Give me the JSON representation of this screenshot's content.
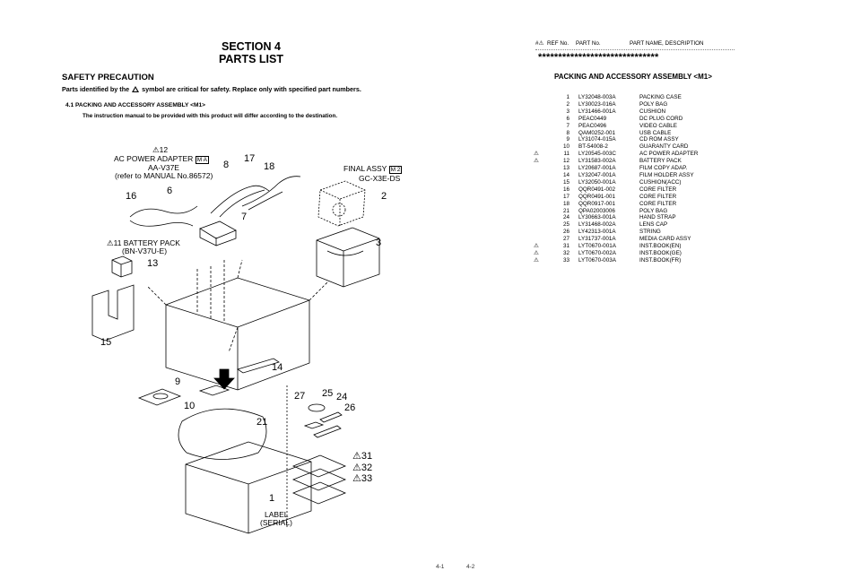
{
  "left_page": {
    "section": "SECTION  4",
    "title": "PARTS  LIST",
    "safety_heading": "SAFETY PRECAUTION",
    "safety_text_pre": "Parts identified by the",
    "safety_text_post": "symbol are critical for safety. Replace only with specified part numbers.",
    "sub_heading": "4.1    PACKING AND ACCESSORY ASSEMBLY  <M1>",
    "sub_text": "The instruction manual to be provided with this product will differ according to the destination.",
    "labels": {
      "l12": "⚠12",
      "ac_adapter": "AC POWER ADAPTER",
      "ac_model": "AA-V37E",
      "ac_ref": "(refer to MANUAL No.86572)",
      "battery": "⚠11 BATTERY PACK",
      "battery_model": "(BN-V37U-E)",
      "final_assy": "FINAL ASSY",
      "final_model": "GC-X3E-DS",
      "label_serial_1": "LABEL",
      "label_serial_2": "(SERIAL)",
      "ma_mark": "M A",
      "m2_mark": "M 2"
    },
    "numbers": {
      "n17": "17",
      "n8": "8",
      "n18": "18",
      "n6": "6",
      "n16": "16",
      "n7": "7",
      "n2": "2",
      "n3": "3",
      "n13": "13",
      "n15": "15",
      "n14": "14",
      "n9": "9",
      "n10": "10",
      "n21": "21",
      "n27": "27",
      "n25": "25",
      "n24": "24",
      "n26": "26",
      "n31": "⚠31",
      "n32": "⚠32",
      "n33": "⚠33",
      "n1": "1"
    },
    "page_number": "4-1"
  },
  "right_page": {
    "header": {
      "mark": "#⚠",
      "ref": "REF No.",
      "part": "PART No.",
      "desc": "PART NAME, DESCRIPTION"
    },
    "stars": "******************************",
    "list_title": "PACKING AND ACCESSORY ASSEMBLY <M1>",
    "page_number": "4-2",
    "parts": [
      {
        "mark": "",
        "ref": "1",
        "part": "LY32048-003A",
        "desc": "PACKING CASE"
      },
      {
        "mark": "",
        "ref": "2",
        "part": "LY30023-016A",
        "desc": "POLY BAG"
      },
      {
        "mark": "",
        "ref": "3",
        "part": "LY31466-001A",
        "desc": "CUSHION"
      },
      {
        "mark": "",
        "ref": "6",
        "part": " PEAC0449",
        "desc": "DC PLUG CORD"
      },
      {
        "mark": "",
        "ref": "7",
        "part": "PEAC0496",
        "desc": "VIDEO CABLE"
      },
      {
        "mark": "",
        "ref": "8",
        "part": "QAM0252-001",
        "desc": "USB CABLE"
      },
      {
        "mark": "",
        "ref": "9",
        "part": "LY31074-015A",
        "desc": "CD ROM ASSY"
      },
      {
        "mark": "",
        "ref": "10",
        "part": "BT-54008-2",
        "desc": "GUARANTY CARD"
      },
      {
        "mark": "⚠",
        "ref": "11",
        "part": "LY20545-003C",
        "desc": "AC POWER ADAPTER"
      },
      {
        "mark": "⚠",
        "ref": "12",
        "part": "LY31583-002A",
        "desc": "BATTERY PACK"
      },
      {
        "mark": "",
        "ref": "13",
        "part": "LY20687-001A",
        "desc": "FILM COPY ADAP."
      },
      {
        "mark": "",
        "ref": "14",
        "part": "LY32047-001A",
        "desc": "FILM HOLDER ASSY"
      },
      {
        "mark": "",
        "ref": "15",
        "part": "LY32050-001A",
        "desc": "CUSHION(ACC)"
      },
      {
        "mark": "",
        "ref": "16",
        "part": "QQR0491-002",
        "desc": "CORE FILTER"
      },
      {
        "mark": "",
        "ref": "17",
        "part": "QQR0491-001",
        "desc": "CORE FILTER"
      },
      {
        "mark": "",
        "ref": "18",
        "part": "QQR0917-001",
        "desc": "CORE FILTER"
      },
      {
        "mark": "",
        "ref": "21",
        "part": "QPA02003006",
        "desc": "POLY BAG"
      },
      {
        "mark": "",
        "ref": "24",
        "part": "LY30663-001A",
        "desc": "HAND STRAP"
      },
      {
        "mark": "",
        "ref": "25",
        "part": "LY31468-002A",
        "desc": "LENS CAP"
      },
      {
        "mark": "",
        "ref": "26",
        "part": "LY42313-001A",
        "desc": "STRING"
      },
      {
        "mark": "",
        "ref": "27",
        "part": "LY31737-001A",
        "desc": "MEDIA CARD ASSY"
      },
      {
        "mark": "⚠",
        "ref": "31",
        "part": "LYT0670-001A",
        "desc": "INST.BOOK(EN)"
      },
      {
        "mark": "⚠",
        "ref": "32",
        "part": "LYT0670-002A",
        "desc": "INST.BOOK(GE)"
      },
      {
        "mark": "⚠",
        "ref": "33",
        "part": "LYT0670-003A",
        "desc": "INST.BOOK(FR)"
      }
    ]
  }
}
